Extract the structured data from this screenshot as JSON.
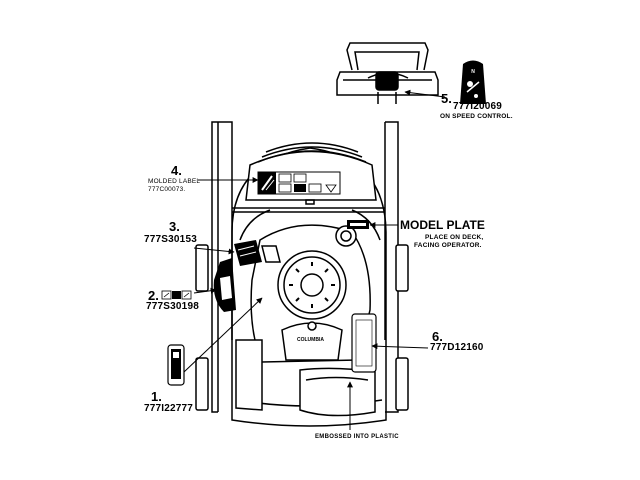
{
  "callouts": [
    {
      "number": "1.",
      "part": "777I22777"
    },
    {
      "number": "2.",
      "part": "777S30198"
    },
    {
      "number": "3.",
      "part": "777S30153"
    },
    {
      "number": "4.",
      "lines": [
        "MOLDED LABEL",
        "777C00073."
      ]
    },
    {
      "number": "5.",
      "part": "777I20069",
      "note": "ON SPEED CONTROL."
    },
    {
      "number": "6.",
      "part": "777D12160"
    }
  ],
  "model_plate": {
    "title": "MODEL PLATE",
    "lines": [
      "PLACE ON DECK,",
      "FACING OPERATOR."
    ]
  },
  "embossed_note": "EMBOSSED INTO PLASTIC",
  "engine_brand": "COLUMBIA",
  "icons": [
    "label-1-icon",
    "label-2-icon",
    "label-3-icon",
    "label-4-icon",
    "label-5-icon",
    "label-6-icon",
    "model-plate-icon"
  ]
}
